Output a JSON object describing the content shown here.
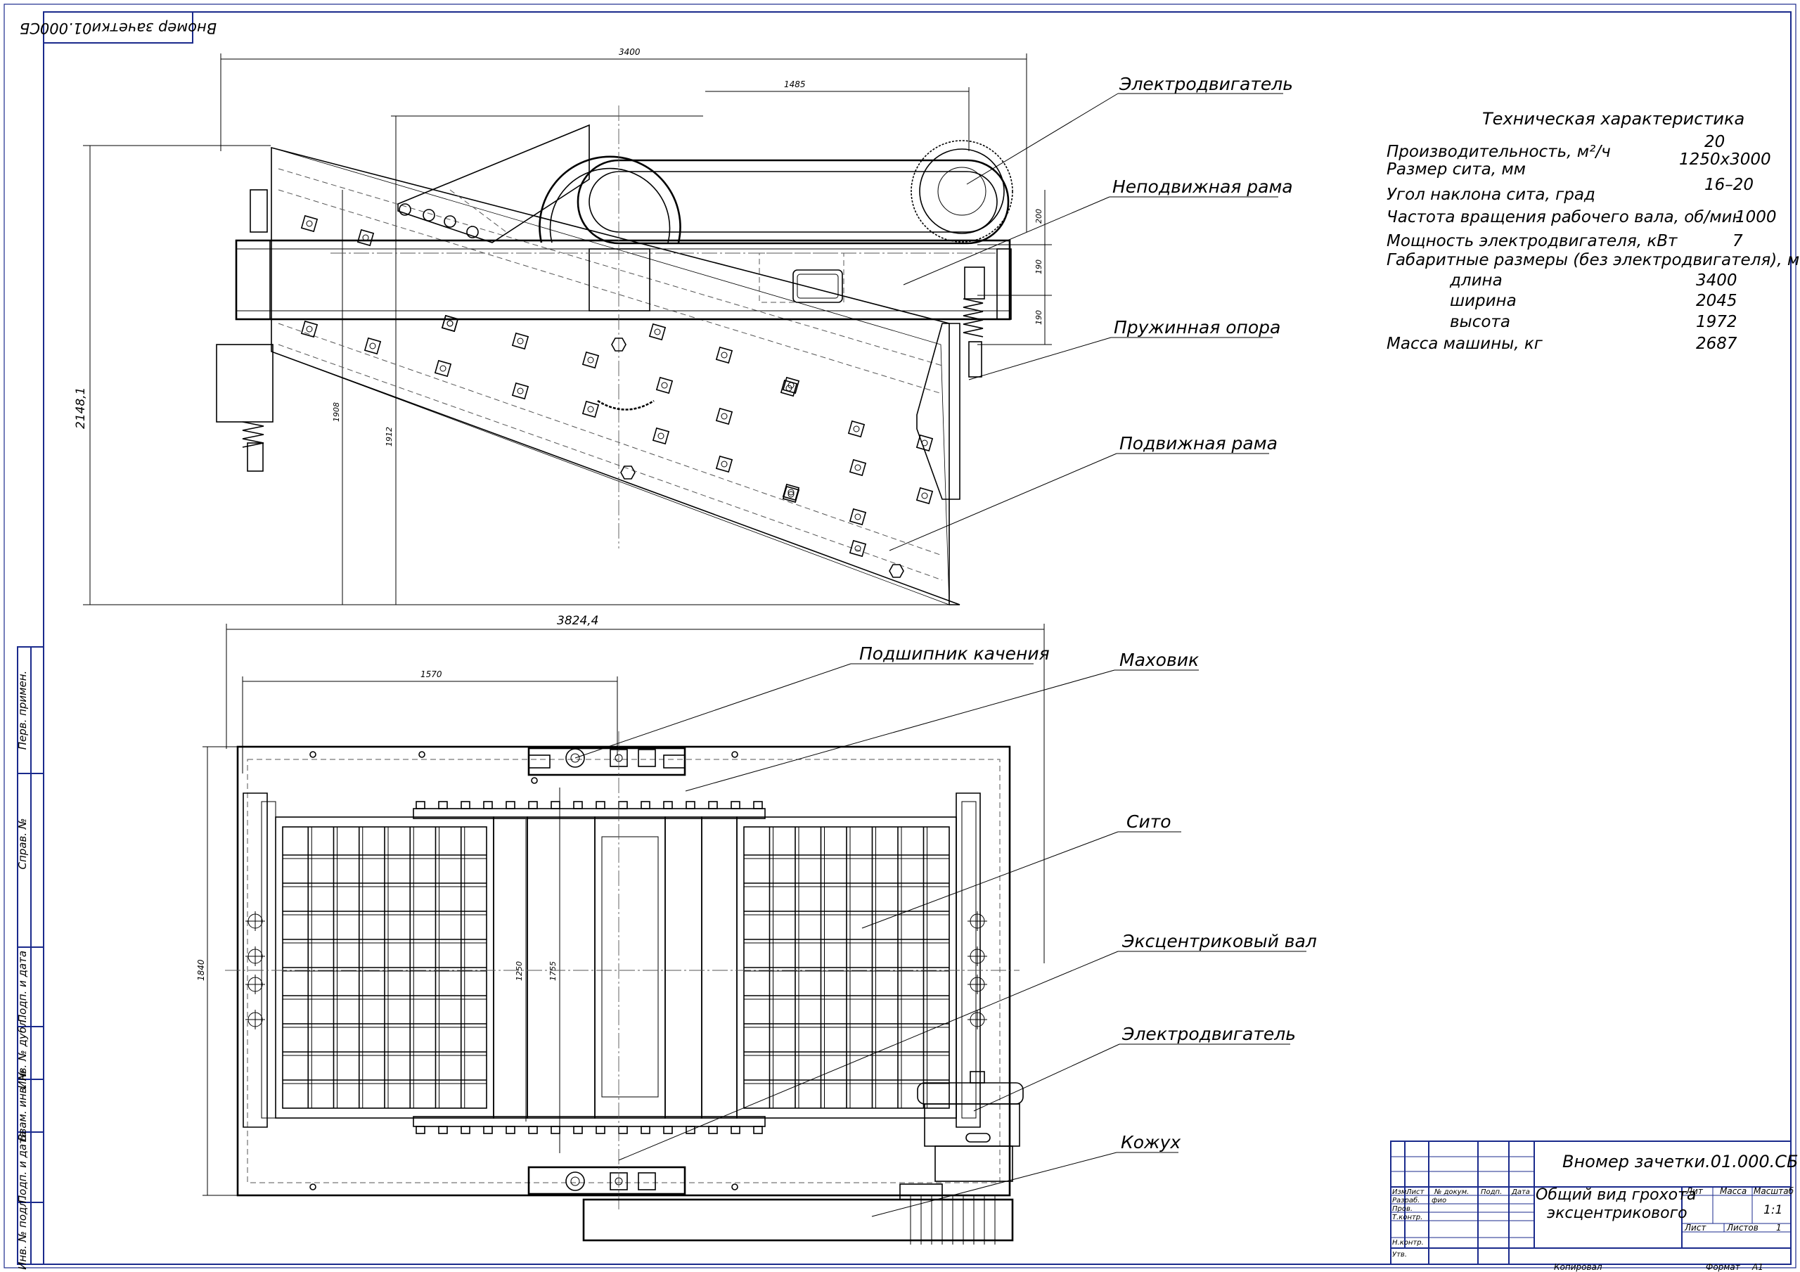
{
  "stamp_top": "Вномер зачетки01.000СБ",
  "tech": {
    "title": "Техническая характеристика",
    "rows": [
      {
        "label": "Производительность, м²/ч",
        "value": "20"
      },
      {
        "label": "Размер сита, мм",
        "value": "1250x3000"
      },
      {
        "label": "Угол наклона сита, град",
        "value": "16–20"
      },
      {
        "label": "Частота вращения рабочего вала, об/мин",
        "value": "1000"
      },
      {
        "label": "Мощность электродвигателя, кВт",
        "value": "7"
      },
      {
        "label": "Габаритные размеры (без электродвигателя), мм",
        "value": ""
      },
      {
        "label": "длина",
        "value": "3400"
      },
      {
        "label": "ширина",
        "value": "2045"
      },
      {
        "label": "высота",
        "value": "1972"
      },
      {
        "label": "Масса машины, кг",
        "value": "2687"
      }
    ]
  },
  "callouts": {
    "motor_top": "Электродвигатель",
    "fixed_frame": "Неподвижная рама",
    "spring_support": "Пружинная опора",
    "movable_frame": "Подвижная рама",
    "bearing": "Подшипник качения",
    "flywheel": "Маховик",
    "sieve": "Сито",
    "eccentric_shaft": "Эксцентриковый вал",
    "motor_bottom": "Электродвигатель",
    "housing": "Кожух"
  },
  "dims": {
    "d3400": "3400",
    "d1485": "1485",
    "d2148": "2148,1",
    "d1908": "1908",
    "d1912": "1912",
    "d200": "200",
    "d190a": "190",
    "d190b": "190",
    "d3824": "3824,4",
    "d1570": "1570",
    "d1840": "1840",
    "d1250": "1250",
    "d1755": "1755"
  },
  "side_columns": [
    "Перв. примен.",
    "Справ. №",
    "Подп. и дата",
    "Инв. № дубл.",
    "Взам. инв. №",
    "Подп. и дата",
    "Инв. № подл."
  ],
  "title_block": {
    "doc_code": "Вномер зачетки.01.000.СБ",
    "name_line1": "Общий вид грохота",
    "name_line2": "эксцентрикового",
    "lit": "Лит",
    "mass": "Масса",
    "scale": "Масштаб",
    "scale_value": "1:1",
    "sheet": "Лист",
    "sheets": "Листов",
    "sheets_value": "1",
    "header_cells": [
      "Изм.",
      "Лист",
      "№ докум.",
      "Подп.",
      "Дата"
    ],
    "roles": [
      "Разраб.",
      "Пров.",
      "Т.контр.",
      "",
      "Н.контр.",
      "Утв."
    ],
    "developer_name": "фио",
    "copied": "Копировал",
    "format": "Формат",
    "format_value": "A1"
  }
}
